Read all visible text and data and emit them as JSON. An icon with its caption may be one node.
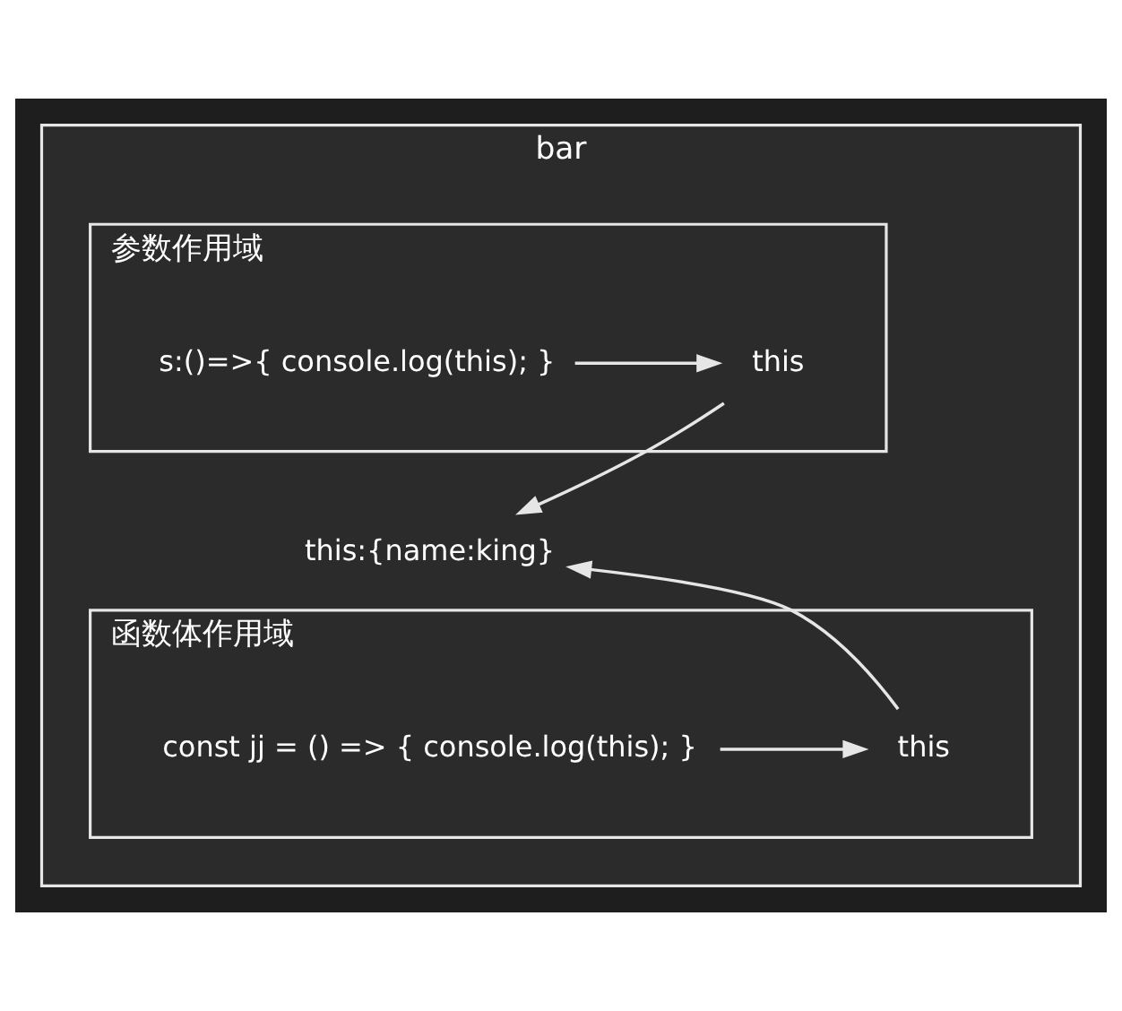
{
  "diagram": {
    "nodes": [
      {
        "text": [
          "bar"
        ]
      },
      {
        "text": [
          "参数作用域"
        ],
        "in": 0
      },
      {
        "text": [
          "s:()=>{ console.log(this); }"
        ],
        "in": 1
      },
      {
        "text": [
          "this"
        ],
        "in": 1
      },
      {
        "text": [
          "this:{name:king}"
        ],
        "in": 0
      },
      {
        "text": [
          "函数体作用域"
        ],
        "in": 0
      },
      {
        "text": [
          "const jj = () => { console.log(this); }"
        ],
        "in": 5
      },
      {
        "text": [
          "this"
        ],
        "in": 5
      }
    ],
    "edges": [
      {
        "from": 2,
        "to": 3,
        "arrow": "to"
      },
      {
        "from": 3,
        "to": 4,
        "arrow": "to"
      },
      {
        "from": 6,
        "to": 7,
        "arrow": "to"
      },
      {
        "from": 7,
        "to": 4,
        "arrow": "to"
      }
    ]
  }
}
